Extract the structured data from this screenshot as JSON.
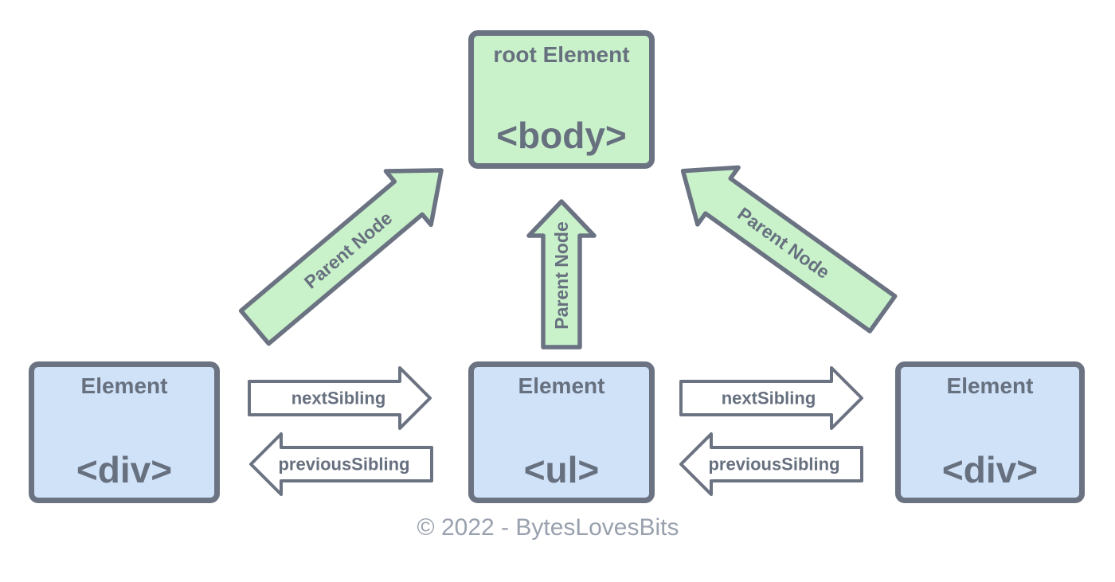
{
  "colors": {
    "background": "#ffffff",
    "parent_node_fill": "#c9f2ca",
    "child_node_fill": "#d0e2f8",
    "outline": "#6b7383",
    "label_text": "#67707f",
    "sibling_arrow_fill": "#ffffff",
    "footer_text": "#99a1ae"
  },
  "nodes": {
    "root": {
      "title": "root Element",
      "tag": "<body>"
    },
    "left": {
      "title": "Element",
      "tag": "<div>"
    },
    "middle": {
      "title": "Element",
      "tag": "<ul>"
    },
    "right": {
      "title": "Element",
      "tag": "<div>"
    }
  },
  "arrows": {
    "parent_left_label": "Parent Node",
    "parent_middle_label": "Parent Node",
    "parent_right_label": "Parent Node",
    "next_sibling_left_label": "nextSibling",
    "previous_sibling_left_label": "previousSibling",
    "next_sibling_right_label": "nextSibling",
    "previous_sibling_right_label": "previousSibling"
  },
  "footer": {
    "text": "© 2022 - BytesLovesBits"
  }
}
